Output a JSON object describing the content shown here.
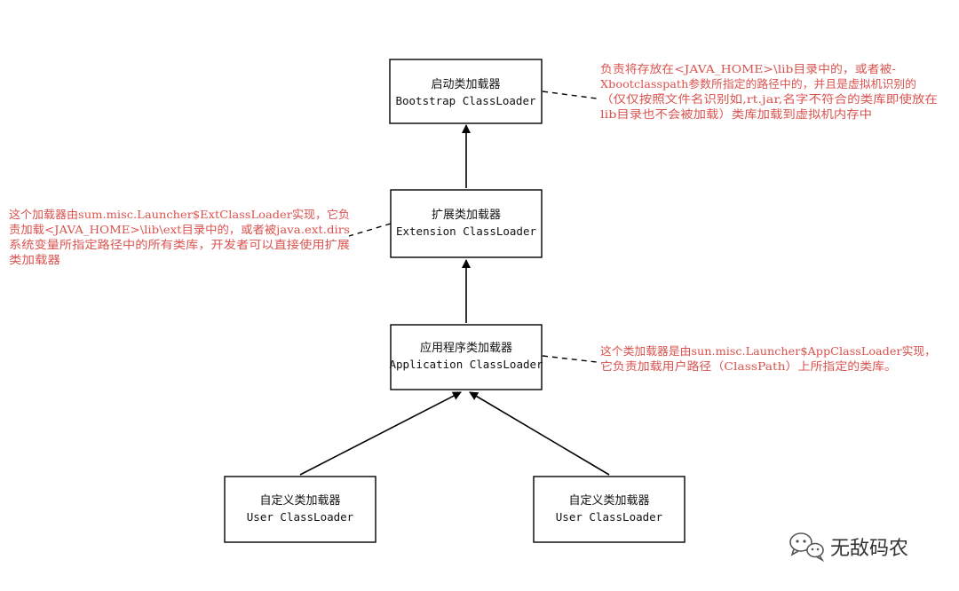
{
  "colors": {
    "note": "#d9534f",
    "line": "#000000",
    "box_border": "#000000"
  },
  "boxes": {
    "bootstrap": {
      "cn": "启动类加载器",
      "en": "Bootstrap ClassLoader"
    },
    "extension": {
      "cn": "扩展类加载器",
      "en": "Extension ClassLoader"
    },
    "application": {
      "cn": "应用程序类加载器",
      "en": "Application ClassLoader"
    },
    "user_left": {
      "cn": "自定义类加载器",
      "en": "User ClassLoader"
    },
    "user_right": {
      "cn": "自定义类加载器",
      "en": "User ClassLoader"
    }
  },
  "notes": {
    "bootstrap": [
      "负责将存放在<JAVA_HOME>\\lib目录中的，或者被-",
      "Xbootclasspath参数所指定的路径中的，并且是虚拟机识别的",
      "（仅仅按照文件名识别如,rt.jar,名字不符合的类库即使放在",
      "lib目录也不会被加载）类库加载到虚拟机内存中"
    ],
    "extension": [
      "这个加载器由sum.misc.Launcher$ExtClassLoader实现，它负",
      "责加载<JAVA_HOME>\\lib\\ext目录中的，或者被java.ext.dirs",
      "系统变量所指定路径中的所有类库，开发者可以直接使用扩展",
      "类加载器"
    ],
    "application": [
      "这个类加载器是由sun.misc.Launcher$AppClassLoader实现，",
      "它负责加载用户路径（ClassPath）上所指定的类库。"
    ]
  },
  "watermark": {
    "icon": "wechat-icon",
    "text": "无敌码农"
  }
}
